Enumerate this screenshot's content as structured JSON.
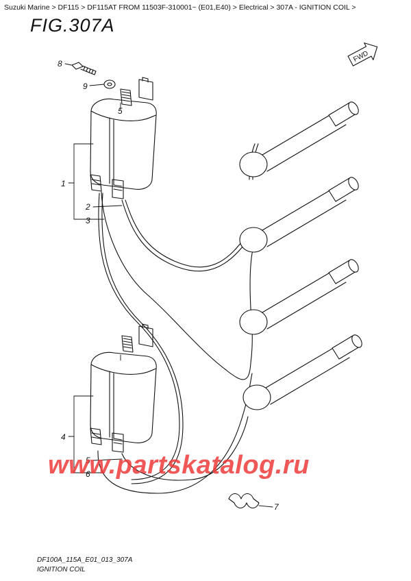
{
  "breadcrumb": {
    "items": [
      "Suzuki Marine",
      "DF115",
      "DF115AT FROM 11503F-310001~ (E01,E40)",
      "Electrical",
      "307A - IGNITION COIL"
    ],
    "separator": ">"
  },
  "figure": {
    "title": "FIG.307A",
    "direction_label": "FWD",
    "callouts": [
      "8",
      "9",
      "5",
      "1",
      "2",
      "3",
      "4",
      "5",
      "6",
      "7"
    ]
  },
  "footer": {
    "code": "DF100A_115A_E01_013_307A",
    "name": "IGNITION COIL"
  },
  "watermark": "www.partskatalog.ru",
  "colors": {
    "line": "#111111",
    "watermark": "#ee3b3b"
  }
}
